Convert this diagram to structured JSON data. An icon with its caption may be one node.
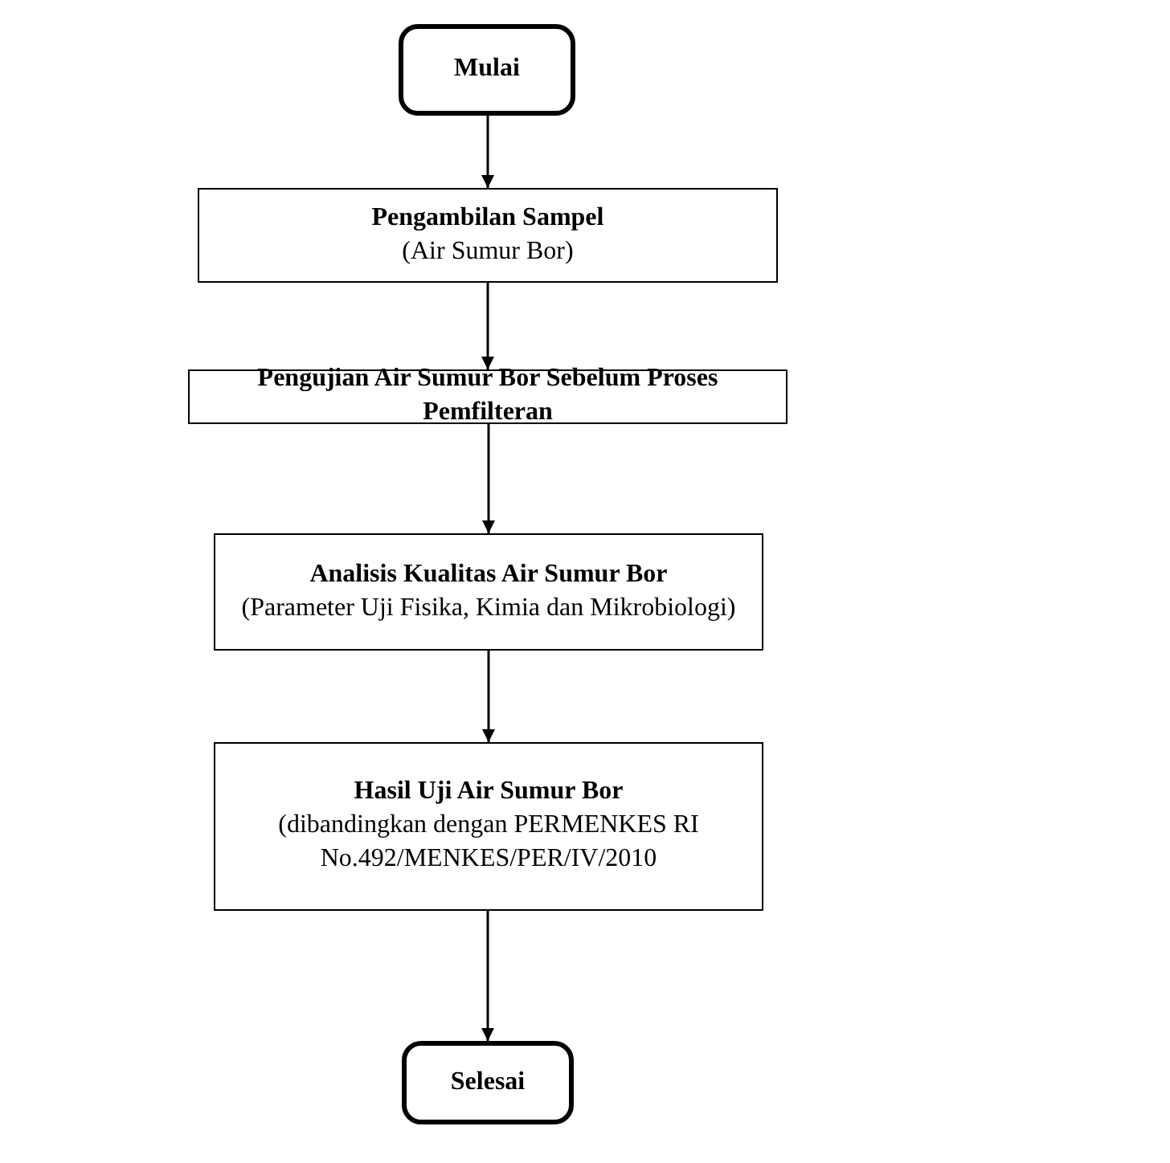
{
  "diagram": {
    "nodes": [
      {
        "text": [
          "Mulai"
        ]
      },
      {
        "text": [
          "Pengambilan Sampel",
          "(Air Sumur Bor)"
        ]
      },
      {
        "text": [
          "Pengujian Air Sumur Bor Sebelum Proses Pemfilteran"
        ]
      },
      {
        "text": [
          "Analisis Kualitas Air Sumur Bor",
          "(Parameter Uji Fisika, Kimia dan Mikrobiologi)"
        ]
      },
      {
        "text": [
          "Hasil Uji Air Sumur Bor",
          "(dibandingkan dengan PERMENKES RI No.492/MENKES/PER/IV/2010"
        ]
      },
      {
        "text": [
          "Selesai"
        ]
      }
    ],
    "edges": [
      {
        "from": 0,
        "to": 1,
        "arrow": "to"
      },
      {
        "from": 1,
        "to": 2,
        "arrow": "to"
      },
      {
        "from": 2,
        "to": 3,
        "arrow": "to"
      },
      {
        "from": 3,
        "to": 4,
        "arrow": "to"
      },
      {
        "from": 4,
        "to": 5,
        "arrow": "to"
      }
    ]
  }
}
